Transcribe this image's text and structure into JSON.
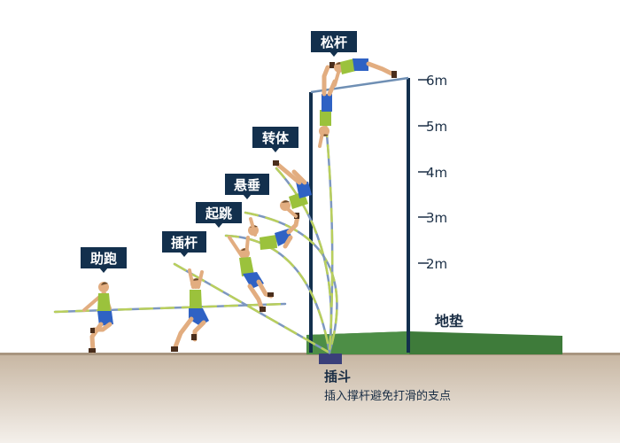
{
  "phases": {
    "run": "助跑",
    "plant": "插杆",
    "takeoff": "起跳",
    "swing": "悬垂",
    "turn": "转体",
    "release": "松杆"
  },
  "scale": [
    "6m",
    "5m",
    "4m",
    "3m",
    "2m"
  ],
  "mat_label": "地垫",
  "box": {
    "title": "插斗",
    "description": "插入撑杆避免打滑的支点"
  },
  "colors": {
    "label_bg": "#13304d",
    "ground": "#c8b8a6",
    "mat": "#3e7b3a",
    "standard": "#13304d",
    "pole": "#b9cf5c",
    "jersey": "#9bc23c",
    "shorts": "#2f62c4",
    "skin": "#e2ad80"
  }
}
